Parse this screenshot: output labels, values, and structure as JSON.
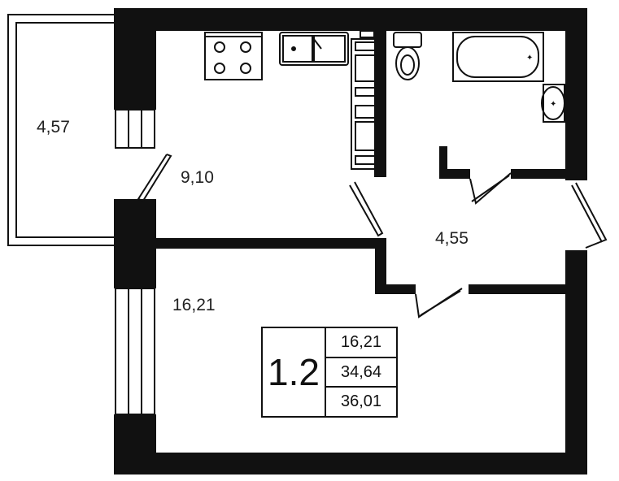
{
  "rooms": {
    "balcony_area": "4,57",
    "kitchen_area": "9,10",
    "hall_area": "4,55",
    "living_room_area": "16,21"
  },
  "summary": {
    "apartment_number": "1.2",
    "living_area": "16,21",
    "total_area": "34,64",
    "total_with_balcony": "36,01"
  },
  "colors": {
    "wall": "#111111",
    "background": "#ffffff"
  }
}
